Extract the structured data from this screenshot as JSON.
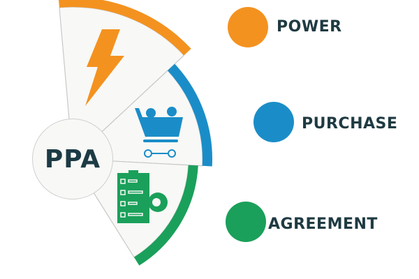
{
  "center_label": "PPA",
  "items": [
    {
      "label": "POWER",
      "icon": "lightning-bolt-icon",
      "color": "#f4921f"
    },
    {
      "label": "PURCHASE",
      "icon": "shopping-cart-gears-icon",
      "color": "#1a8dc8"
    },
    {
      "label": "AGREEMENT",
      "icon": "checklist-gear-icon",
      "color": "#1aa05a"
    }
  ]
}
